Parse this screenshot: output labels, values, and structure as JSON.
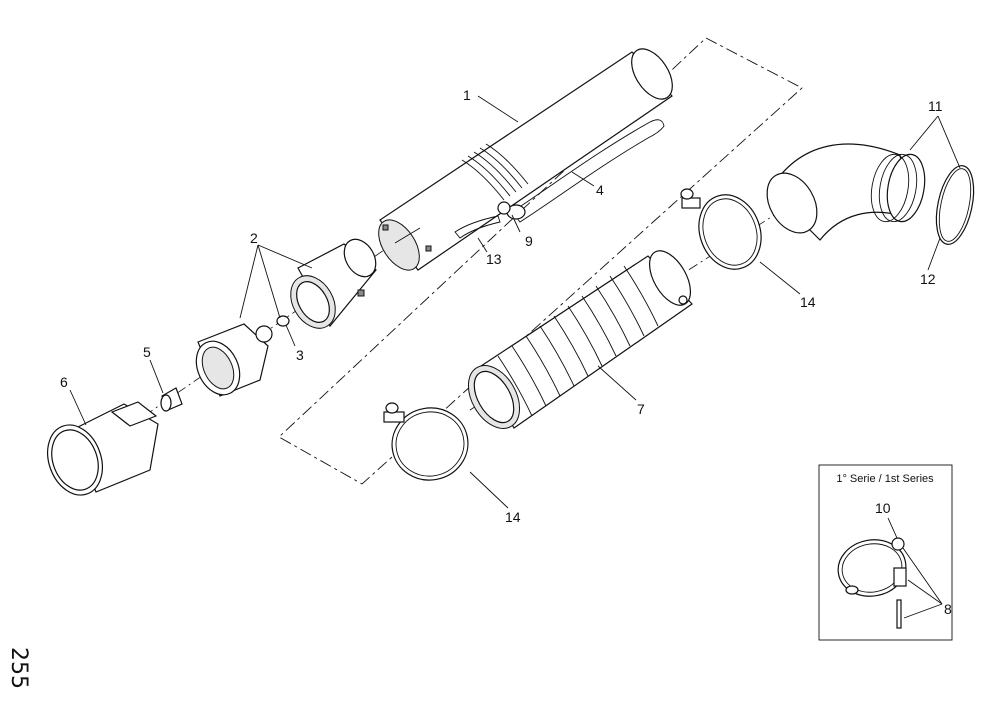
{
  "page_number": "255",
  "inset": {
    "title": "1° Serie / 1st Series"
  },
  "callouts": {
    "c1": "1",
    "c2": "2",
    "c3": "3",
    "c4": "4",
    "c5": "5",
    "c6": "6",
    "c7": "7",
    "c8": "8",
    "c9": "9",
    "c10": "10",
    "c11": "11",
    "c12": "12",
    "c13": "13",
    "c14a": "14",
    "c14b": "14"
  }
}
